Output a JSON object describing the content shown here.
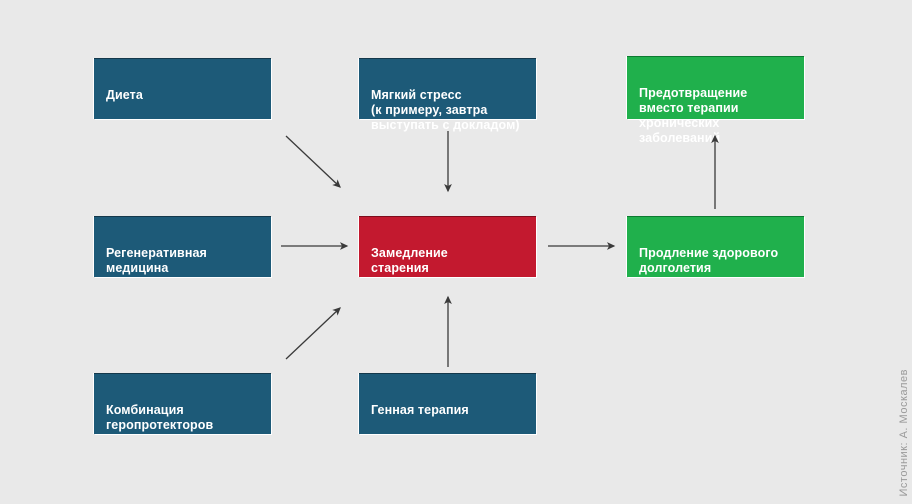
{
  "diagram": {
    "background_color": "#e9e9e9",
    "colors": {
      "blue": "#1d5a78",
      "red": "#c3192f",
      "green": "#20b04c",
      "arrow": "#3a3a3a",
      "text": "#ffffff",
      "source_text": "#9a9a9a"
    },
    "nodes": [
      {
        "id": "diet",
        "label": "Диета",
        "color": "blue"
      },
      {
        "id": "mild-stress",
        "label": "Мягкий стресс\n(к примеру, завтра\nвыступать с докладом)",
        "color": "blue"
      },
      {
        "id": "prevention",
        "label": "Предотвращение\nвместо терапии\nхронических заболеваний",
        "color": "green"
      },
      {
        "id": "regen-medicine",
        "label": "Регенеративная\nмедицина",
        "color": "blue"
      },
      {
        "id": "slowing-aging",
        "label": "Замедление\nстарения",
        "color": "red"
      },
      {
        "id": "healthy-longevity",
        "label": "Продление здорового\nдолголетия",
        "color": "green"
      },
      {
        "id": "geroprotectors",
        "label": "Комбинация\nгеропротекторов",
        "color": "blue"
      },
      {
        "id": "gene-therapy",
        "label": "Генная терапия",
        "color": "blue"
      }
    ],
    "edges": [
      {
        "id": "diet-to-slowing-aging",
        "from": "diet",
        "to": "slowing-aging",
        "style": "diagonal-down-right"
      },
      {
        "id": "mild-stress-to-slowing-aging",
        "from": "mild-stress",
        "to": "slowing-aging",
        "style": "vertical-down"
      },
      {
        "id": "regen-medicine-to-slowing-aging",
        "from": "regen-medicine",
        "to": "slowing-aging",
        "style": "horizontal-right"
      },
      {
        "id": "geroprotectors-to-slowing-aging",
        "from": "geroprotectors",
        "to": "slowing-aging",
        "style": "diagonal-up-right"
      },
      {
        "id": "gene-therapy-to-slowing-aging",
        "from": "gene-therapy",
        "to": "slowing-aging",
        "style": "vertical-up"
      },
      {
        "id": "slowing-aging-to-longevity",
        "from": "slowing-aging",
        "to": "healthy-longevity",
        "style": "horizontal-right"
      },
      {
        "id": "longevity-to-prevention",
        "from": "healthy-longevity",
        "to": "prevention",
        "style": "vertical-up"
      }
    ],
    "source_credit": "Источник: А. Москалев"
  }
}
